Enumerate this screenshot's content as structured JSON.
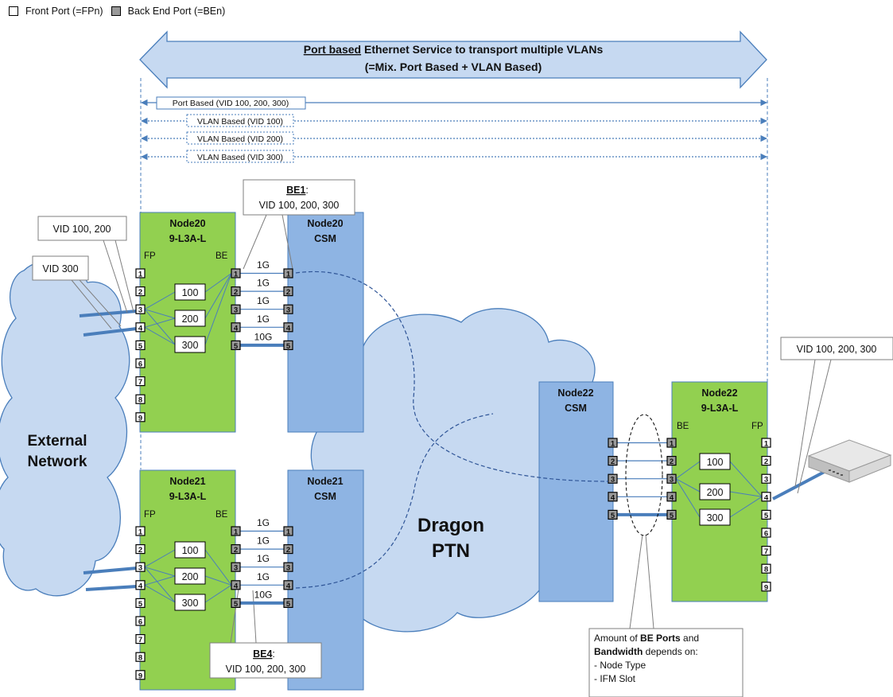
{
  "legend": {
    "front_port": "Front Port (=FPn)",
    "back_end_port": "Back End Port (=BEn)"
  },
  "banner": {
    "line1_underlined": "Port based",
    "line1_rest": " Ethernet Service to transport multiple VLANs",
    "line2": "(=Mix. Port Based + VLAN Based)"
  },
  "services": [
    "Port Based (VID 100, 200, 300)",
    "VLAN Based (VID 100)",
    "VLAN Based (VID 200)",
    "VLAN Based (VID 300)"
  ],
  "clouds": {
    "external_line1": "External",
    "external_line2": "Network",
    "dragon_line1": "Dragon",
    "dragon_line2": "PTN"
  },
  "nodes": {
    "node20": {
      "line1": "Node20",
      "line2": "9-L3A-L"
    },
    "node20_csm": {
      "line1": "Node20",
      "line2": "CSM"
    },
    "node21": {
      "line1": "Node21",
      "line2": "9-L3A-L"
    },
    "node21_csm": {
      "line1": "Node21",
      "line2": "CSM"
    },
    "node22_csm": {
      "line1": "Node22",
      "line2": "CSM"
    },
    "node22": {
      "line1": "Node22",
      "line2": "9-L3A-L"
    }
  },
  "labels": {
    "fp": "FP",
    "be": "BE",
    "vlans": [
      "100",
      "200",
      "300"
    ],
    "front_ports": [
      "1",
      "2",
      "3",
      "4",
      "5",
      "6",
      "7",
      "8",
      "9"
    ],
    "be_ports": [
      "1",
      "2",
      "3",
      "4",
      "5"
    ],
    "link_speeds": [
      "1G",
      "1G",
      "1G",
      "1G",
      "10G"
    ]
  },
  "callouts": {
    "vid_100_200": "VID 100, 200",
    "vid_300": "VID 300",
    "be1_title": "BE1",
    "be1_value": "VID 100, 200, 300",
    "be4_title": "BE4",
    "be4_value": "VID 100, 200, 300",
    "node22_vid": "VID 100, 200, 300"
  },
  "note": {
    "p1": "Amount of ",
    "b1": "BE Ports",
    "p2": " and",
    "b2": "Bandwidth",
    "p3": " depends on:",
    "item1": "- Node Type",
    "item2": "- IFM Slot"
  },
  "colors": {
    "green": "#92d050",
    "blue_node": "#8eb4e3",
    "cloud": "#c6d9f1",
    "link": "#4a7ebb"
  }
}
